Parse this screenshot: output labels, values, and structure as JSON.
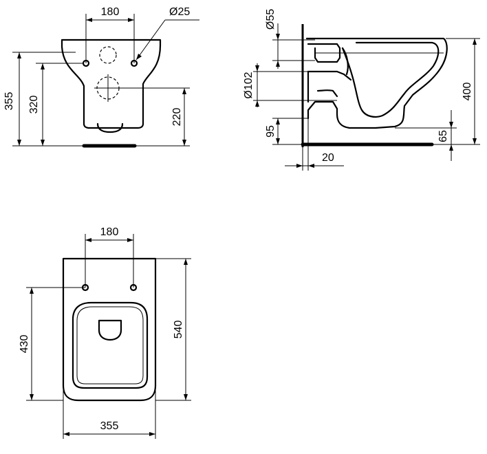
{
  "front_view": {
    "dim_width_top": "180",
    "dim_hole": "Ø25",
    "dim_height_total": "355",
    "dim_height_fixing": "320",
    "dim_height_outlet": "220"
  },
  "side_view": {
    "dim_inlet_dia": "Ø55",
    "dim_outlet_dia": "Ø102",
    "dim_outlet_height": "95",
    "dim_height_total": "400",
    "dim_rim_offset": "65",
    "dim_wall_gap": "20"
  },
  "plan_view": {
    "dim_width_top": "180",
    "dim_fixing_depth": "430",
    "dim_depth_total": "540",
    "dim_width_total": "355"
  }
}
